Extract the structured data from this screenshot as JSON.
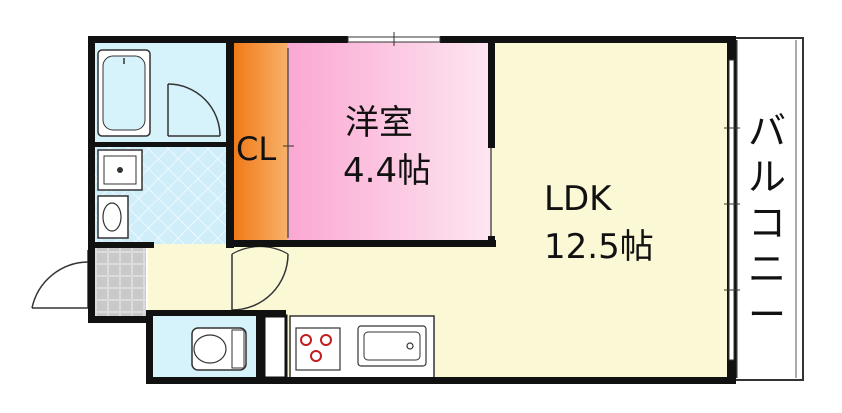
{
  "rooms": {
    "western_room": {
      "name": "洋室",
      "size": "4.4帖"
    },
    "closet": {
      "name": "CL"
    },
    "ldk": {
      "name": "LDK",
      "size": "12.5帖"
    },
    "balcony": {
      "name": "バルコニー"
    }
  },
  "colors": {
    "wall": "#111111",
    "western_room": "#fbb6d8",
    "closet": "#f28c2a",
    "ldk": "#fbf8d8",
    "bathroom": "#d6f2fb",
    "balcony": "#ffffff",
    "entry_floor": "#e6e6e6"
  }
}
